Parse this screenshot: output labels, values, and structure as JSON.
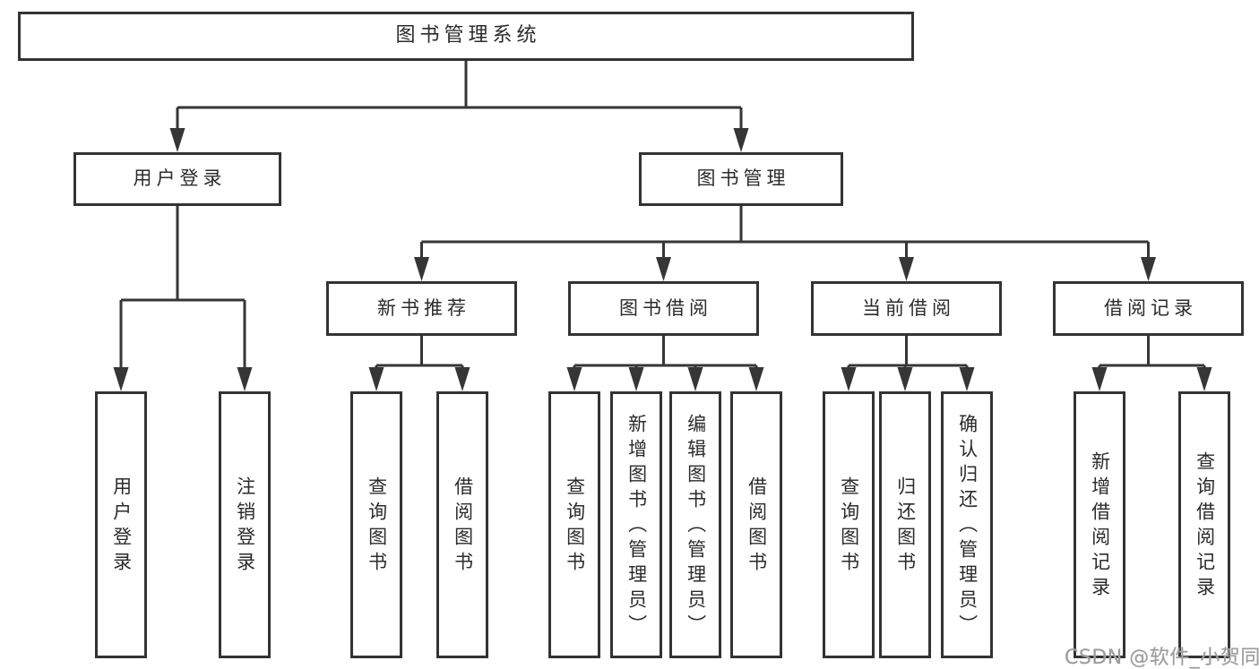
{
  "levels": {
    "root": {
      "label": "图书管理系统"
    },
    "level2": [
      {
        "label": "用户登录"
      },
      {
        "label": "图书管理"
      }
    ],
    "level3": [
      {
        "label": "新书推荐"
      },
      {
        "label": "图书借阅"
      },
      {
        "label": "当前借阅"
      },
      {
        "label": "借阅记录"
      }
    ],
    "level4": [
      {
        "label": "用户登录"
      },
      {
        "label": "注销登录"
      },
      {
        "label": "查询图书"
      },
      {
        "label": "借阅图书"
      },
      {
        "label": "查询图书"
      },
      {
        "label": "新增图书（管理员）"
      },
      {
        "label": "编辑图书（管理员）"
      },
      {
        "label": "借阅图书"
      },
      {
        "label": "查询图书"
      },
      {
        "label": "归还图书"
      },
      {
        "label": "确认归还（管理员）"
      },
      {
        "label": "新增借阅记录"
      },
      {
        "label": "查询借阅记录"
      }
    ]
  },
  "watermark": {
    "text": "CSDN @软件_小贺同学",
    "color": "#9c9c9c"
  },
  "colors": {
    "line": "#363636",
    "box_border": "#333333",
    "text": "#2b2b2b",
    "background": "#ffffff"
  }
}
